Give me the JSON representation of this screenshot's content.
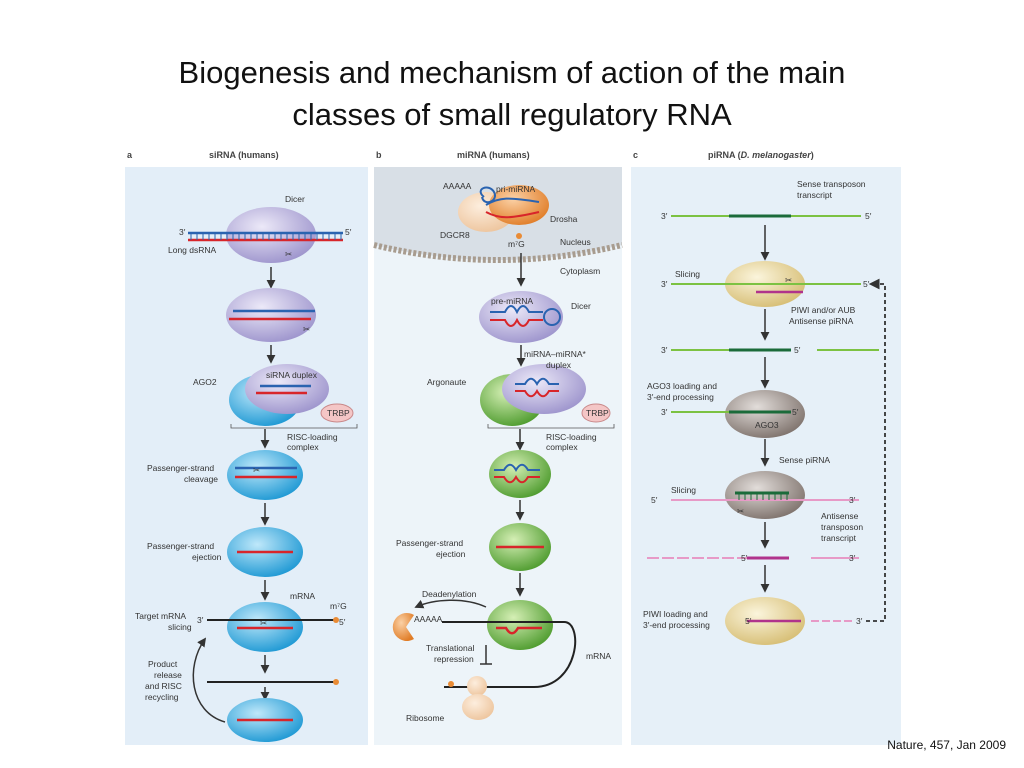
{
  "title_line1": "Biogenesis and mechanism of action of the main",
  "title_line2": "classes of small regulatory RNA",
  "credit": "Nature, 457, Jan 2009",
  "panel_a": {
    "letter": "a",
    "header": "siRNA (humans)",
    "dicer": "Dicer",
    "three_prime": "3′",
    "five_prime": "5′",
    "long_dsrna": "Long dsRNA",
    "sirna_duplex": "siRNA duplex",
    "ago2": "AGO2",
    "trbp": "TRBP",
    "risc_line1": "RISC-loading",
    "risc_line2": "complex",
    "pass_cleave1": "Passenger-strand",
    "pass_cleave2": "cleavage",
    "pass_eject1": "Passenger-strand",
    "pass_eject2": "ejection",
    "mrna": "mRNA",
    "m7g": "m⁷G",
    "target1": "Target mRNA",
    "target2": "slicing",
    "prod1": "Product",
    "prod2": "release",
    "prod3": "and RISC",
    "prod4": "recycling"
  },
  "panel_b": {
    "letter": "b",
    "header": "miRNA (humans)",
    "aaaaa": "AAAAA",
    "pri_mirna": "pri-miRNA",
    "drosha": "Drosha",
    "dgcr8": "DGCR8",
    "m7g": "m⁷G",
    "nucleus": "Nucleus",
    "cytoplasm": "Cytoplasm",
    "pre_mirna": "pre-miRNA",
    "dicer": "Dicer",
    "duplex1": "miRNA–miRNA*",
    "duplex2": "duplex",
    "argonaute": "Argonaute",
    "trbp": "TRBP",
    "risc_line1": "RISC-loading",
    "risc_line2": "complex",
    "pass_eject1": "Passenger-strand",
    "pass_eject2": "ejection",
    "deadenylation": "Deadenylation",
    "aaaaa2": "AAAAA",
    "trans1": "Translational",
    "trans2": "repression",
    "mrna": "mRNA",
    "ribosome": "Ribosome"
  },
  "panel_c": {
    "letter": "c",
    "header_pre": "piRNA (",
    "header_species": "D. melanogaster",
    "header_post": ")",
    "sense1": "Sense transposon",
    "sense2": "transcript",
    "three_prime": "3′",
    "five_prime": "5′",
    "slicing": "Slicing",
    "piwi": "PIWI and/or AUB",
    "antisense_pirna": "Antisense piRNA",
    "ago3load1": "AGO3 loading and",
    "ago3load2": "3′-end processing",
    "ago3": "AGO3",
    "sense_pirna": "Sense piRNA",
    "anti1": "Antisense",
    "anti2": "transposon",
    "anti3": "transcript",
    "piwiload1": "PIWI loading and",
    "piwiload2": "3′-end processing"
  },
  "colors": {
    "red_strand": "#d8252a",
    "blue_strand": "#2a63b0",
    "green_strand": "#7cc242",
    "dark_green": "#1b6b3a",
    "pink_strand": "#e79ac7",
    "magenta": "#b0338c",
    "dicer_purple": "#b9b3dc",
    "ago2_blue": "#2ea8df",
    "argonaute_green": "#6fb83f",
    "piwi_tan": "#e6d39a",
    "ago3_grey": "#9a8e88",
    "orange": "#e98b35"
  }
}
